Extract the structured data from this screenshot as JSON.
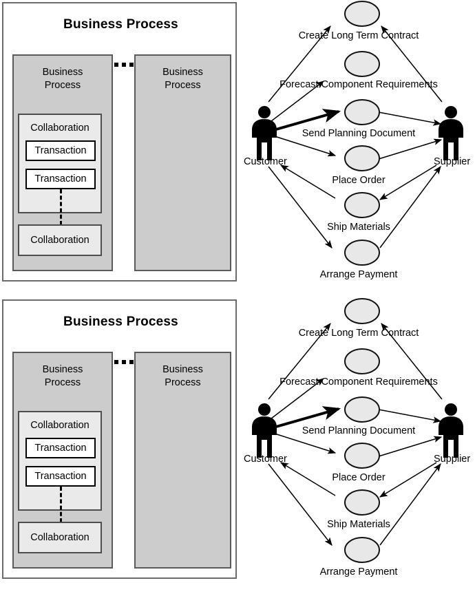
{
  "figures": [
    {
      "id": "figure-top",
      "business_process": {
        "title": "Business Process",
        "columns": [
          {
            "label": "Business\nProcess",
            "line1": "Business",
            "line2": "Process"
          },
          {
            "label": "Business\nProcess",
            "line1": "Business",
            "line2": "Process"
          }
        ],
        "ellipsis": "...",
        "collaborations": [
          {
            "label": "Collaboration",
            "transactions": [
              "Transaction",
              "Transaction"
            ]
          },
          {
            "label": "Collaboration",
            "transactions": []
          }
        ],
        "link_style": "dashed"
      },
      "use_case_diagram": {
        "actors": [
          {
            "name": "Customer",
            "side": "left"
          },
          {
            "name": "Supplier",
            "side": "right"
          }
        ],
        "use_cases": [
          "Create Long Term Contract",
          "Forecast Component Requirements",
          "Send Planning Document",
          "Place Order",
          "Ship Materials",
          "Arrange Payment"
        ],
        "associations": [
          {
            "from": "Customer",
            "to": "Create Long Term Contract",
            "emphasis": "normal",
            "arrow": "to"
          },
          {
            "from": "Supplier",
            "to": "Create Long Term Contract",
            "emphasis": "normal",
            "arrow": "to"
          },
          {
            "from": "Customer",
            "to": "Forecast Component Requirements",
            "emphasis": "normal",
            "arrow": "to"
          },
          {
            "from": "Customer",
            "to": "Send Planning Document",
            "emphasis": "bold",
            "arrow": "to"
          },
          {
            "from": "Send Planning Document",
            "to": "Supplier",
            "emphasis": "normal",
            "arrow": "to"
          },
          {
            "from": "Customer",
            "to": "Place Order",
            "emphasis": "normal",
            "arrow": "to"
          },
          {
            "from": "Place Order",
            "to": "Supplier",
            "emphasis": "normal",
            "arrow": "to"
          },
          {
            "from": "Ship Materials",
            "to": "Customer",
            "emphasis": "normal",
            "arrow": "to"
          },
          {
            "from": "Supplier",
            "to": "Ship Materials",
            "emphasis": "normal",
            "arrow": "to"
          },
          {
            "from": "Customer",
            "to": "Arrange Payment",
            "emphasis": "normal",
            "arrow": "to"
          },
          {
            "from": "Arrange Payment",
            "to": "Supplier",
            "emphasis": "normal",
            "arrow": "to"
          }
        ]
      }
    },
    {
      "id": "figure-bottom",
      "business_process": {
        "title": "Business Process",
        "columns": [
          {
            "label": "Business\nProcess",
            "line1": "Business",
            "line2": "Process"
          },
          {
            "label": "Business\nProcess",
            "line1": "Business",
            "line2": "Process"
          }
        ],
        "ellipsis": "...",
        "collaborations": [
          {
            "label": "Collaboration",
            "transactions": [
              "Transaction",
              "Transaction"
            ]
          },
          {
            "label": "Collaboration",
            "transactions": []
          }
        ],
        "link_style": "dashed"
      },
      "use_case_diagram": {
        "actors": [
          {
            "name": "Customer",
            "side": "left"
          },
          {
            "name": "Supplier",
            "side": "right"
          }
        ],
        "use_cases": [
          "Create Long Term Contract",
          "Forecast Component Requirements",
          "Send Planning Document",
          "Place Order",
          "Ship Materials",
          "Arrange Payment"
        ],
        "associations": [
          {
            "from": "Customer",
            "to": "Create Long Term Contract",
            "emphasis": "normal",
            "arrow": "to"
          },
          {
            "from": "Supplier",
            "to": "Create Long Term Contract",
            "emphasis": "normal",
            "arrow": "to"
          },
          {
            "from": "Customer",
            "to": "Forecast Component Requirements",
            "emphasis": "normal",
            "arrow": "to"
          },
          {
            "from": "Customer",
            "to": "Send Planning Document",
            "emphasis": "bold",
            "arrow": "to"
          },
          {
            "from": "Send Planning Document",
            "to": "Supplier",
            "emphasis": "normal",
            "arrow": "to"
          },
          {
            "from": "Customer",
            "to": "Place Order",
            "emphasis": "normal",
            "arrow": "to"
          },
          {
            "from": "Place Order",
            "to": "Supplier",
            "emphasis": "normal",
            "arrow": "to"
          },
          {
            "from": "Ship Materials",
            "to": "Customer",
            "emphasis": "normal",
            "arrow": "to"
          },
          {
            "from": "Supplier",
            "to": "Ship Materials",
            "emphasis": "normal",
            "arrow": "to"
          },
          {
            "from": "Customer",
            "to": "Arrange Payment",
            "emphasis": "normal",
            "arrow": "to"
          },
          {
            "from": "Arrange Payment",
            "to": "Supplier",
            "emphasis": "normal",
            "arrow": "to"
          }
        ]
      }
    }
  ],
  "colors": {
    "frame_border": "#6b6b6b",
    "process_fill": "#cccccc",
    "process_border": "#595959",
    "collaboration_fill": "#eaeaea",
    "collaboration_border": "#4d4d4d",
    "transaction_fill": "#ffffff",
    "transaction_border": "#000000",
    "use_case_fill": "#e8e8e8",
    "use_case_border": "#111111",
    "actor_fill": "#000000",
    "background": "#ffffff"
  }
}
